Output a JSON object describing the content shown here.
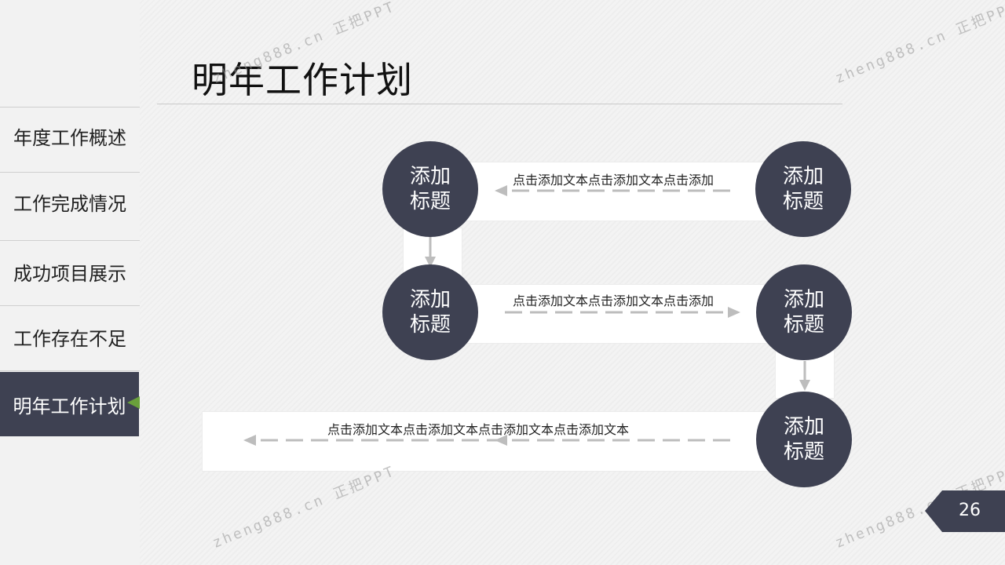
{
  "slide": {
    "title": "明年工作计划",
    "page_number": "26"
  },
  "sidebar": {
    "items": [
      {
        "label": "年度工作概述"
      },
      {
        "label": "工作完成情况"
      },
      {
        "label": "成功项目展示"
      },
      {
        "label": "工作存在不足"
      },
      {
        "label": "明年工作计划",
        "active": true
      }
    ]
  },
  "flow": {
    "nodes": [
      {
        "line1": "添加",
        "line2": "标题"
      },
      {
        "line1": "添加",
        "line2": "标题"
      },
      {
        "line1": "添加",
        "line2": "标题"
      },
      {
        "line1": "添加",
        "line2": "标题"
      },
      {
        "line1": "添加",
        "line2": "标题"
      }
    ],
    "texts": [
      "点击添加文本点击添加文本点击添加",
      "点击添加文本点击添加文本点击添加",
      "点击添加文本点击添加文本点击添加文本点击添加文本"
    ]
  },
  "watermark": {
    "text": "zheng888.cn 正把PPT"
  },
  "colors": {
    "node": "#3e4152",
    "active_nav": "#3e4152",
    "accent": "#6aa13b",
    "arrow": "#bdbdbd"
  }
}
